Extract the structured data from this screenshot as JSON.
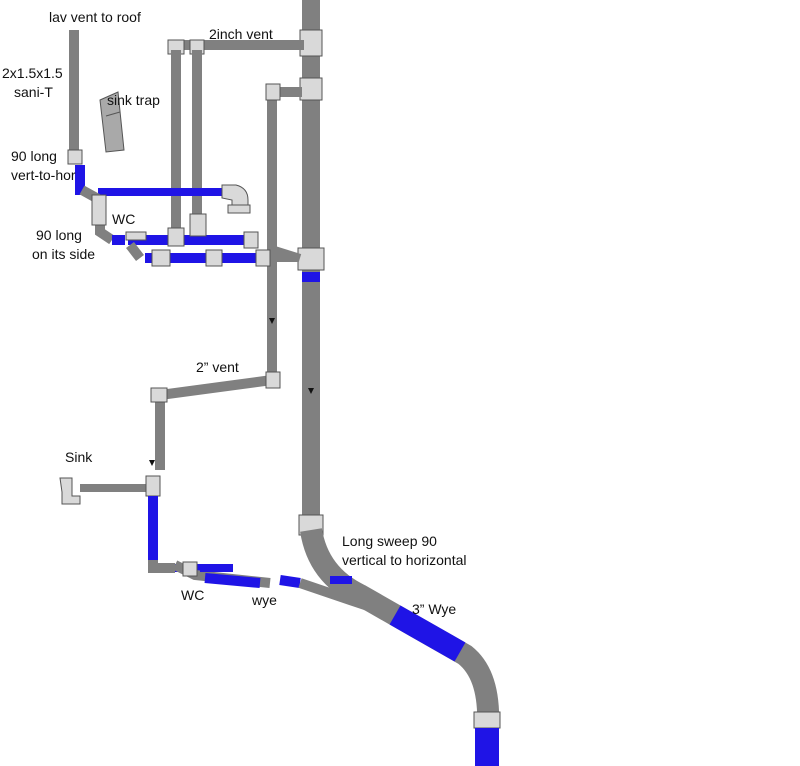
{
  "labels": {
    "lav_vent": "lav vent to roof",
    "sani_t_1": "2x1.5x1.5",
    "sani_t_2": "sani-T",
    "sink_trap": "sink trap",
    "ninety_vert_1": "90 long",
    "ninety_vert_2": "vert-to-hor",
    "wc_upper": "WC",
    "ninety_side_1": "90 long",
    "ninety_side_2": "on its side",
    "two_inch_vent_top": "2inch vent",
    "two_inch_vent_mid": "2” vent",
    "sink_lower": "Sink",
    "wc_lower": "WC",
    "wye": "wye",
    "long_sweep_1": "Long sweep 90",
    "long_sweep_2": "vertical to horizontal",
    "three_inch_wye": "3” Wye"
  },
  "colors": {
    "vent_pipe": "#808080",
    "drain_pipe": "#1f14e6",
    "fitting": "#d9d9d9"
  }
}
